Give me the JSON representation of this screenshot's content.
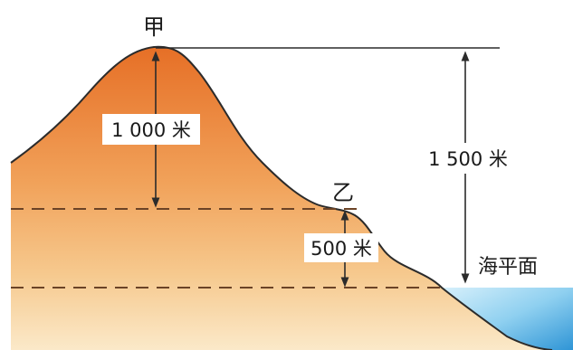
{
  "labels": {
    "peak_a": "甲",
    "point_b": "乙",
    "sea_level": "海平面",
    "relative_height_a_b": "1 000 米",
    "altitude_b": "500 米",
    "altitude_a": "1 500 米"
  },
  "colors": {
    "mountain_top": "#e8772e",
    "mountain_bottom": "#f8dcae",
    "sea_top": "#bfe6f7",
    "sea_bottom": "#3fa2dd",
    "outline": "#2b2b2b",
    "dashed": "#7a4a2a"
  }
}
